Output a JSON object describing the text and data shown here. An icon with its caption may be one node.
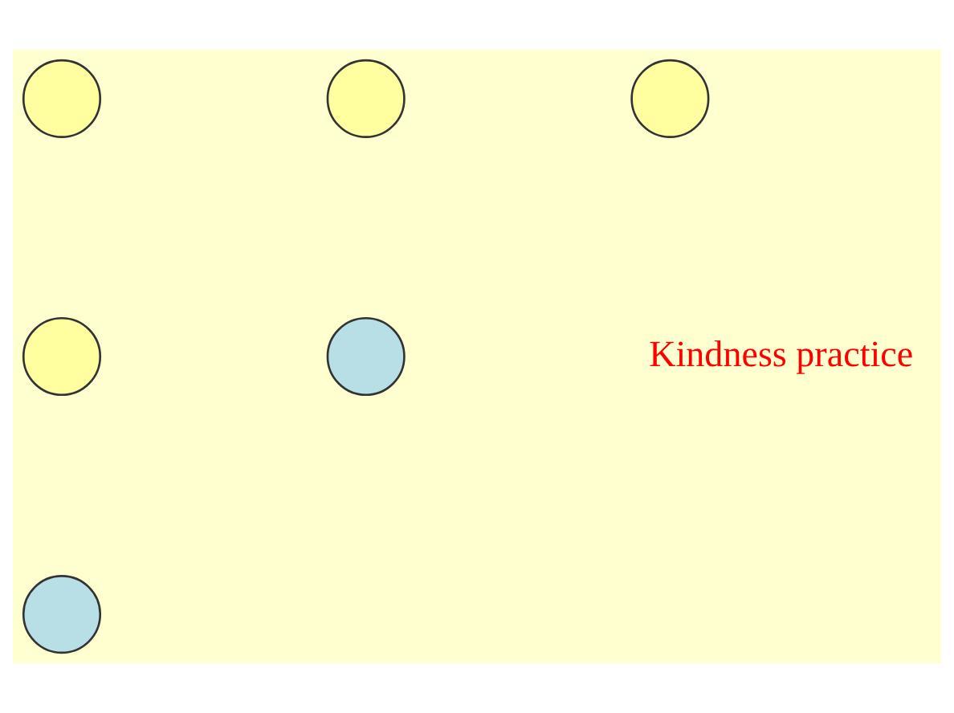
{
  "diagram": {
    "nodes": [
      {
        "text": [],
        "shape": "circle"
      },
      {
        "text": [],
        "shape": "circle"
      },
      {
        "text": [],
        "shape": "circle"
      },
      {
        "text": [],
        "shape": "circle"
      },
      {
        "text": [],
        "shape": "circle"
      },
      {
        "text": [],
        "shape": "circle"
      }
    ],
    "labels": [
      "Kindness practice"
    ]
  }
}
